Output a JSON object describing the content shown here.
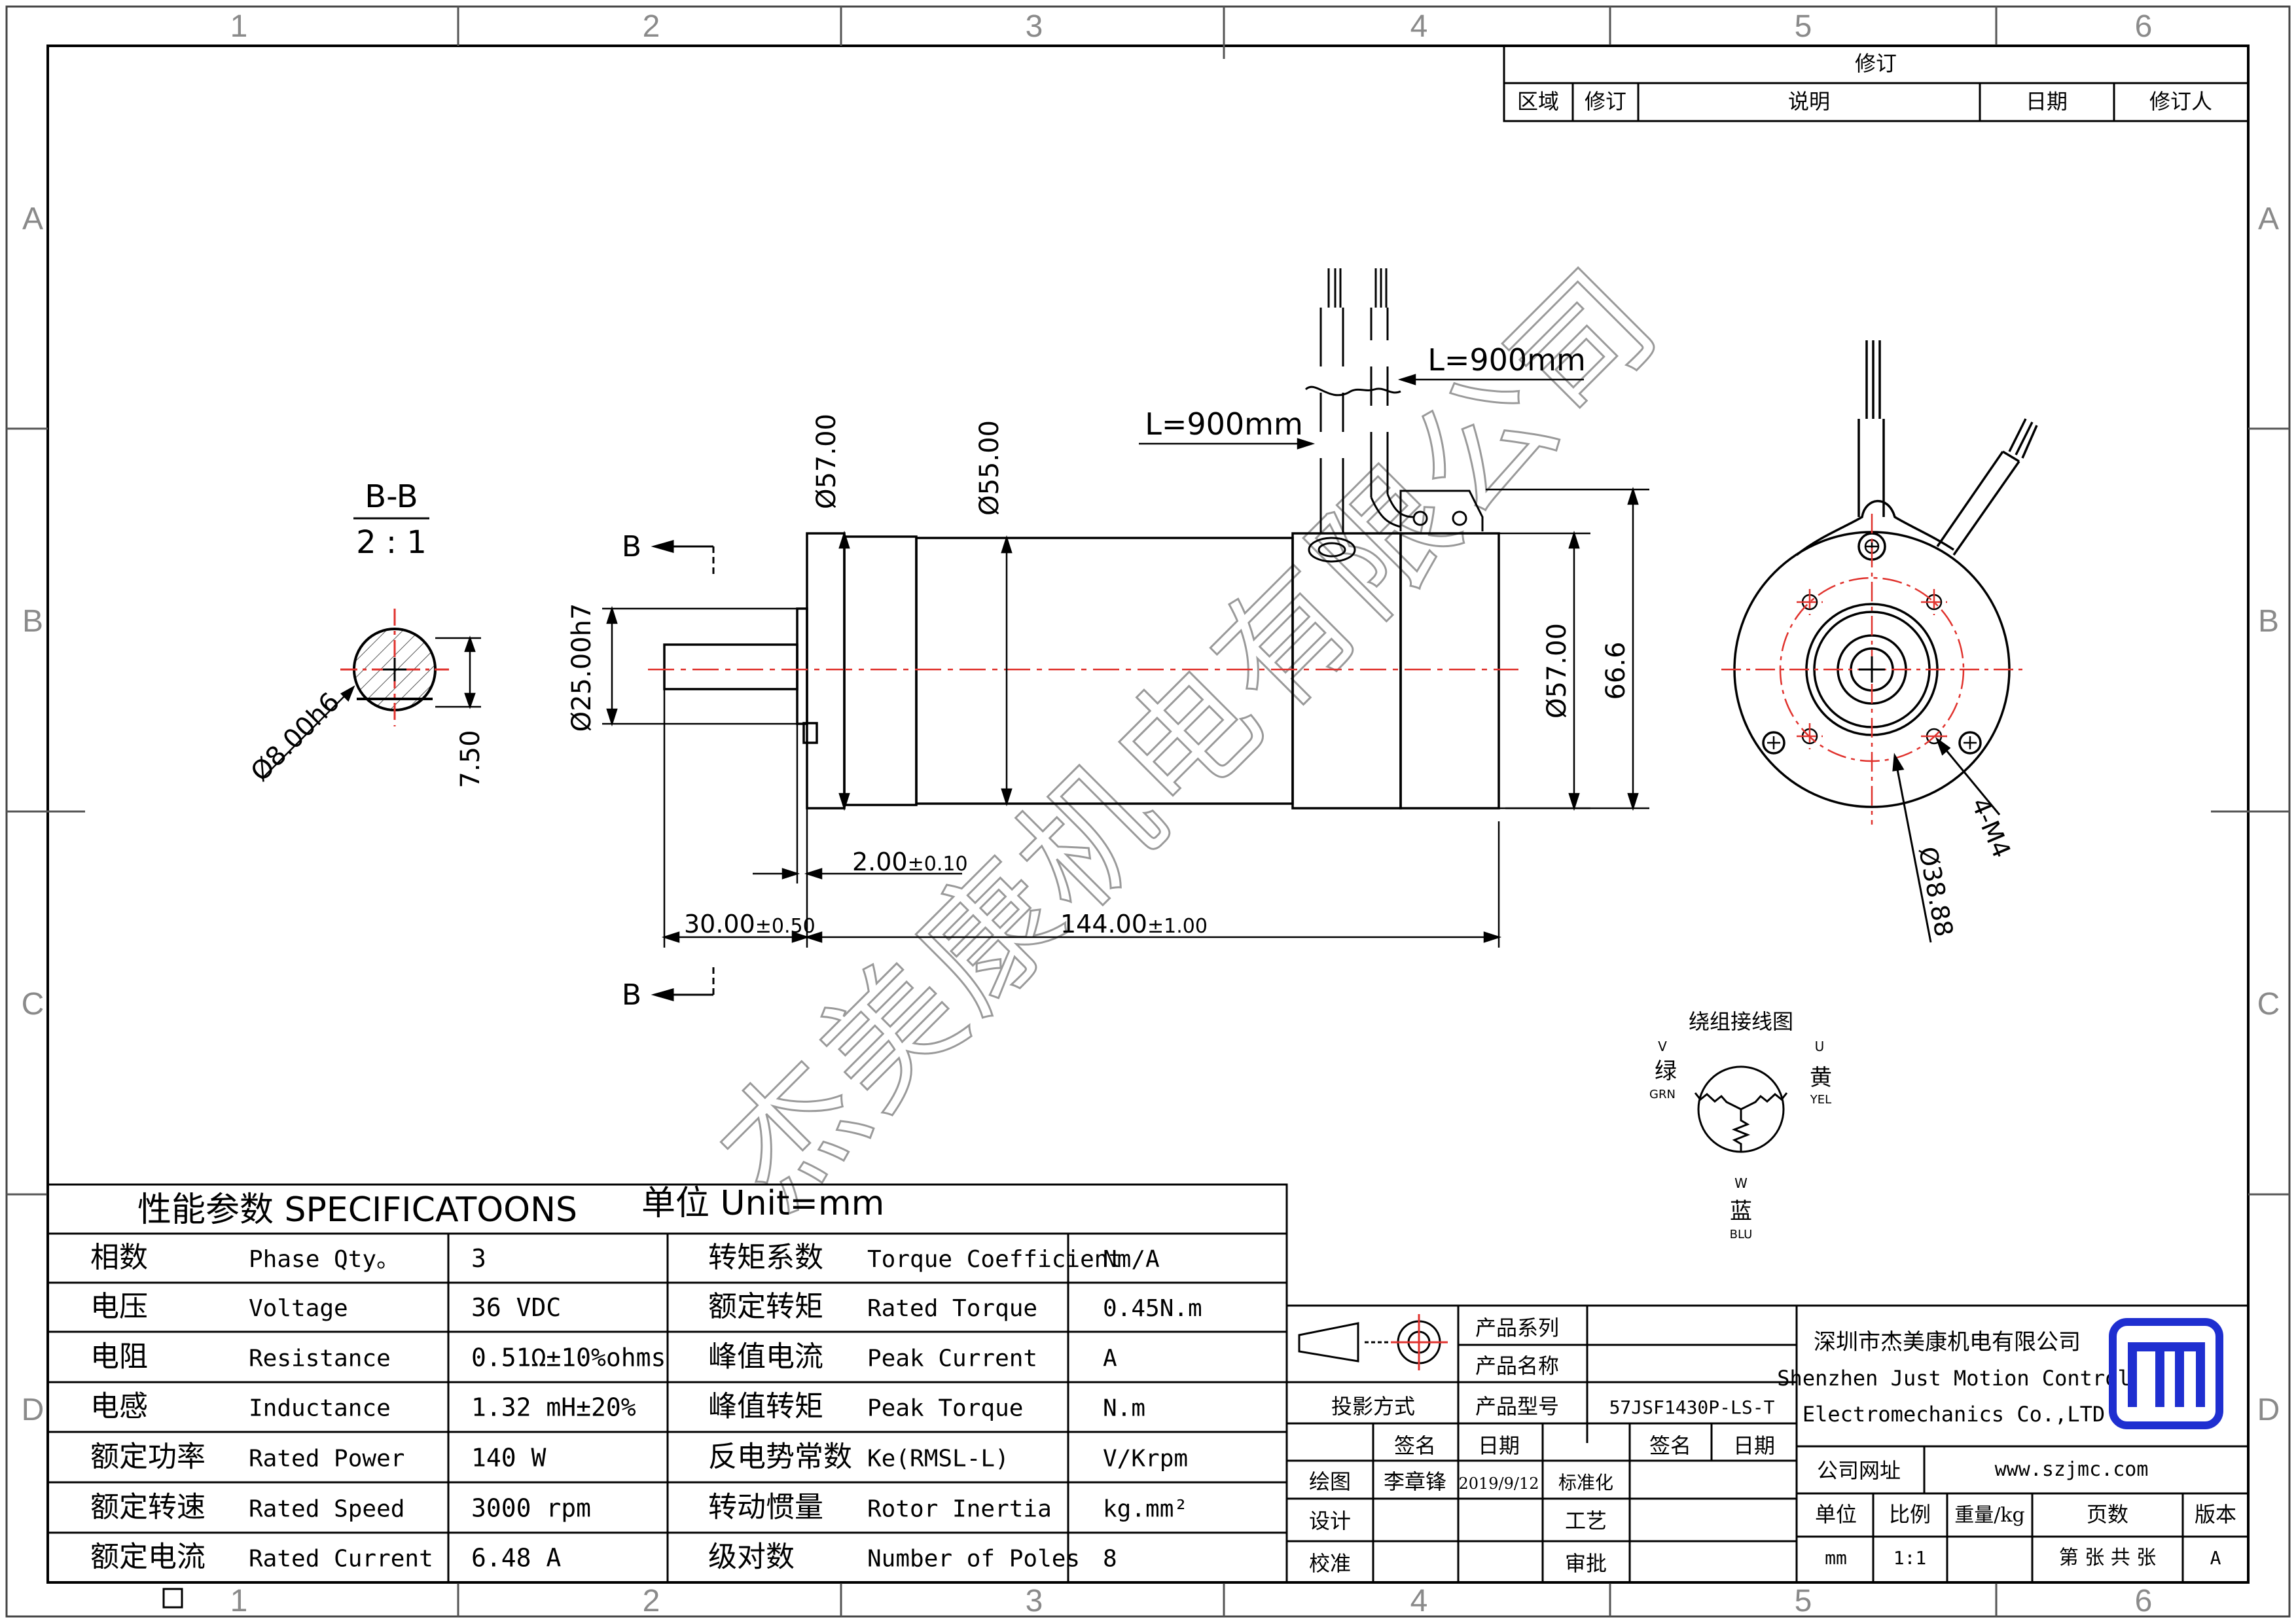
{
  "border": {
    "col_labels": [
      "1",
      "2",
      "3",
      "4",
      "5",
      "6"
    ],
    "row_labels": [
      "A",
      "B",
      "C",
      "D"
    ]
  },
  "revision": {
    "title": "修订",
    "headers": [
      "区域",
      "修订",
      "说明",
      "日期",
      "修订人"
    ]
  },
  "views": {
    "section_label": "B-B",
    "section_scale": "2 : 1",
    "section_marker": "B",
    "dims": {
      "shaft_dia_section": "Ø8.00h6",
      "flat_depth": "7.50",
      "flange_dia": "Ø57.00",
      "body_dia": "Ø55.00",
      "pilot_dia": "Ø25.00h7",
      "rear_dia": "Ø57.00",
      "height": "66.6",
      "cable_len_1": "L=900mm",
      "cable_len_2": "L=900mm",
      "pilot_len": "2.00",
      "pilot_tol": "±0.10",
      "shaft_len": "30.00",
      "shaft_tol": "±0.50",
      "body_len": "144.00",
      "body_tol": "±1.00",
      "holes": "4-M4",
      "pcd": "Ø38.88"
    },
    "wiring": {
      "title": "绕组接线图",
      "v_letter": "V",
      "v_cn": "绿",
      "v_en": "GRN",
      "u_letter": "U",
      "u_cn": "黄",
      "u_en": "YEL",
      "w_letter": "W",
      "w_cn": "蓝",
      "w_en": "BLU"
    }
  },
  "watermark": "杰美康机电有限公司",
  "specs": {
    "title": "性能参数  SPECIFICATOONS",
    "unit": "单位  Unit=mm",
    "rows": [
      {
        "cn1": "相数",
        "en1": "Phase Qty。",
        "val1": "3",
        "cn2": "转矩系数",
        "en2": "Torque Coefficient",
        "val2": "Nm/A"
      },
      {
        "cn1": "电压",
        "en1": "Voltage",
        "val1": "36 VDC",
        "cn2": "额定转矩",
        "en2": "Rated Torque",
        "val2": "0.45N.m"
      },
      {
        "cn1": "电阻",
        "en1": "Resistance",
        "val1": "0.51Ω±10%ohms",
        "cn2": "峰值电流",
        "en2": "Peak Current",
        "val2": "A"
      },
      {
        "cn1": "电感",
        "en1": "Inductance",
        "val1": "1.32 mH±20%",
        "cn2": "峰值转矩",
        "en2": "Peak Torque",
        "val2": "N.m"
      },
      {
        "cn1": "额定功率",
        "en1": "Rated Power",
        "val1": "140 W",
        "cn2": "反电势常数",
        "en2": "Ke(RMSL-L)",
        "val2": "V/Krpm"
      },
      {
        "cn1": "额定转速",
        "en1": "Rated Speed",
        "val1": "3000 rpm",
        "cn2": "转动惯量",
        "en2": "Rotor Inertia",
        "val2": "kg.mm²"
      },
      {
        "cn1": "额定电流",
        "en1": "Rated Current",
        "val1": "6.48 A",
        "cn2": "级对数",
        "en2": "Number of Poles",
        "val2": "8"
      }
    ]
  },
  "titleblock": {
    "series_label": "产品系列",
    "name_label": "产品名称",
    "projection_label": "投影方式",
    "model_label": "产品型号",
    "model_value": "57JSF1430P-LS-T",
    "sign_label": "签名",
    "date_label": "日期",
    "sign_label_2": "签名",
    "date_label_2": "日期",
    "draw_label": "绘图",
    "drawer": "李章锋",
    "draw_date": "2019/9/12",
    "std_label": "标准化",
    "design_label": "设计",
    "process_label": "工艺",
    "check_label": "校准",
    "approve_label": "审批",
    "company_cn": "深圳市杰美康机电有限公司",
    "company_en1": "Shenzhen Just Motion Control",
    "company_en2": "Electromechanics Co.,LTD",
    "addr_label": "公司网址",
    "website": "www.szjmc.com",
    "unit_label": "单位",
    "ratio_label": "比例",
    "weight_label": "重量/kg",
    "pages_label": "页数",
    "version_label": "版本",
    "unit_value": "mm",
    "ratio_value": "1:1",
    "pages_value": "第 张 共 张",
    "version_value": "A",
    "logo_color": "#1f2fd0"
  }
}
